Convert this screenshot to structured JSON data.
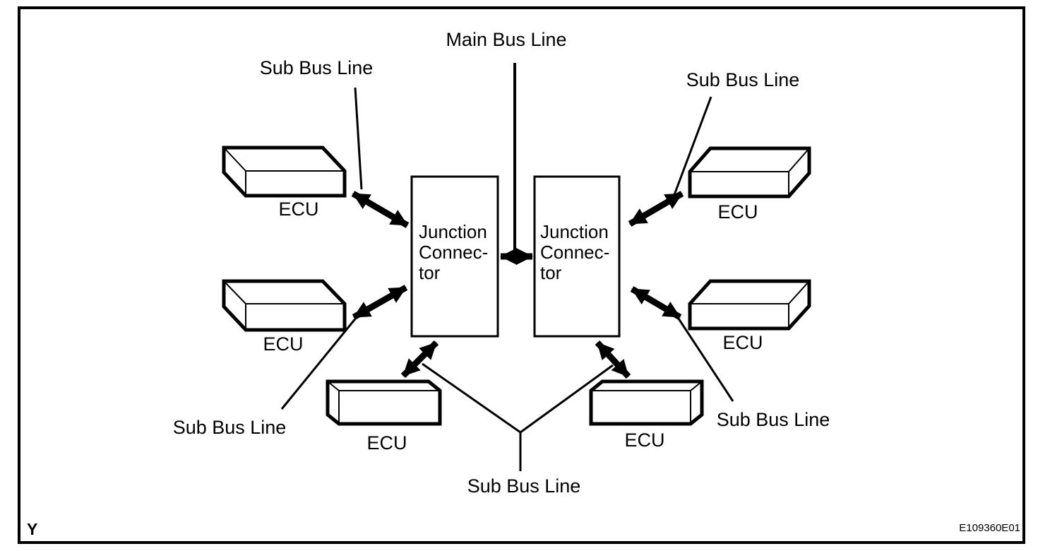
{
  "figure": {
    "corner_label": "Y",
    "id_code": "E109360E01"
  },
  "colors": {
    "ink": "#000000",
    "background": "#ffffff"
  },
  "diagram": {
    "main_bus_label": "Main Bus Line",
    "sub_bus_labels": {
      "top_left": "Sub Bus Line",
      "top_right": "Sub Bus Line",
      "bottom_left": "Sub Bus Line",
      "bottom_right": "Sub Bus Line",
      "bottom_center": "Sub Bus Line"
    },
    "junction_connectors": [
      {
        "position": "left",
        "lines": [
          "Junction",
          "Connec-",
          "tor"
        ]
      },
      {
        "position": "right",
        "lines": [
          "Junction",
          "Connec-",
          "tor"
        ]
      }
    ],
    "ecus": [
      {
        "position": "top-left",
        "label": "ECU"
      },
      {
        "position": "middle-left",
        "label": "ECU"
      },
      {
        "position": "bottom-left",
        "label": "ECU"
      },
      {
        "position": "top-right",
        "label": "ECU"
      },
      {
        "position": "middle-right",
        "label": "ECU"
      },
      {
        "position": "bottom-right",
        "label": "ECU"
      }
    ]
  }
}
